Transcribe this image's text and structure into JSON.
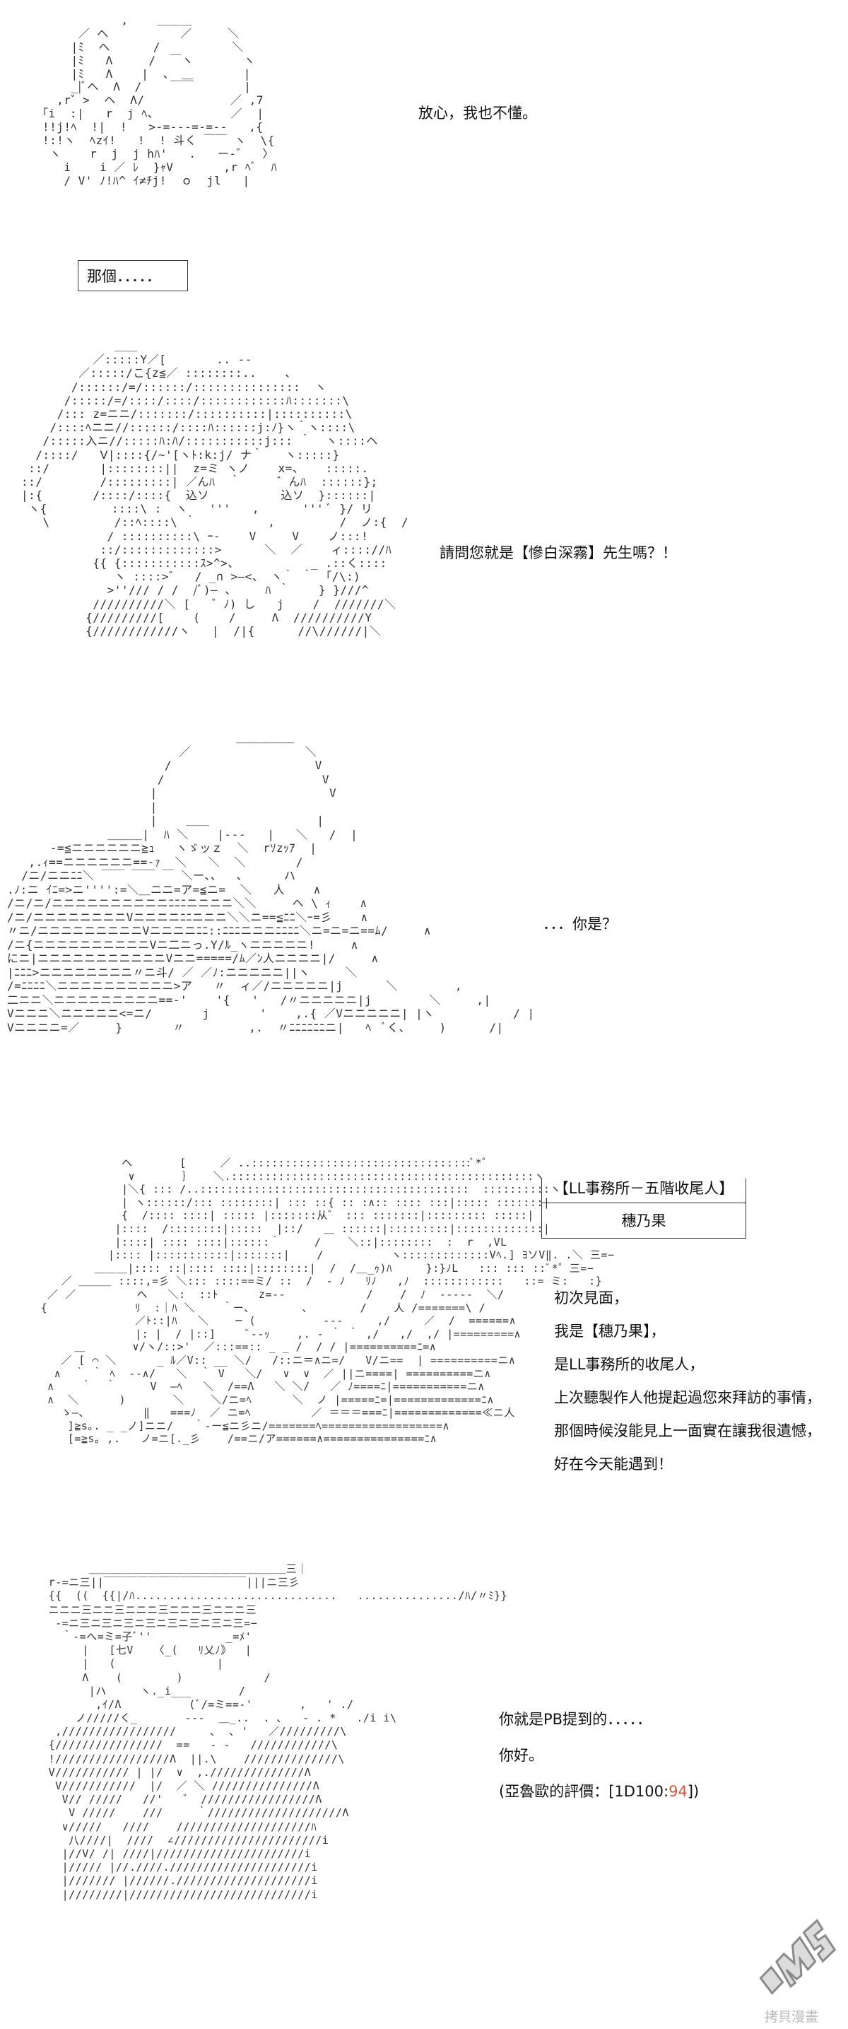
{
  "panel1": {
    "art": "           ,    ＿＿＿\n     ／ ヘ          ／     ＼\n    |ﾐ  ヘ      /          ＼\n    |ﾐ   Λ     /  ￣ヽ       ヽ\n    |ﾐ   Λ    |  、 ＿       |\n    _|ﾞヘ  Λ  /    ￣￣       |\n  ,r゛>  ヘ  Λ/            ／ ,7\n｢i  :|   r  j ﾍ、          ／  |\n!!j!ﾍ  !|  !   >-=-‐-=‐=-‐   ,{\n!:!ヽ  ﾍzｲ!   !  ! 斗く ￣￣ ヽ  \\{\n ヽ    r  j  j hﾊ'   .   ー-゛  〉\n   i    i ／ ﾚ  }ｬV       ,r ﾍﾞ  ﾊ\n   / V' ﾉ!ﾊ^ ｲ≠ﾁj!  ｏ  jl   |",
    "dialog": "放心，我也不懂。",
    "box": "那個．．．．．"
  },
  "panel2": {
    "art": "             ＿＿\n          ／:::::Y／[       .. --\n        ／:::::/こ{z≦／ ::::::::..    ､\n       /::::::/=/::::::/:::::::::::::::  ヽ\n      /:::::/=/::::/::::/::::::::::::ﾊ:::::::\\\n     /::: z=ニニ/:::::::/::::::::::|::::::::::\\\n    /::::ﾍニニ//::::::/::::ﾊ::::::j:ﾉ}ヽ｀ヽ::::\\\n   /:::::入ニ//:::::ﾊ:ﾊ/:::::::::::j::: ｀  ヽ::::ヘ\n  /::::/   Ⅴ|::::{/~'[ヽﾄ:k:j/ ナ｀   ヽ:::::}\n ::/       |::::::::||  z=ミ ヽノ    x=、   :::::.\n::/        /:::::::::| ／んﾊ  ｀     ゛んﾊ  ::::::};\n|:{       /::::/::::{  込ソ          込ソ  }::::::|\n ヽ{         ::::\\ :  ヽ   '''   ,      ''' ﾞ }/ リ\n   \\         /::ﾍ::::\\ ｀          ,         /  ノ:{  /\n            / ::::::::::\\ ｰ-    V     V    ノ:::!\n           ::/:::::::::::::>      ＼  ／    ィ:::://ﾊ\n          {{ {:::::::::::ｽ>^>、          _ .::く::::\n             ヽ ::::>゛  / _∩ >―<、 ヽ｀ ｀ 「/\\:)\n            >''/// / /  /ﾞ)― 、    ﾊ ｀    } }///^\n          //////////＼ [   ゛ﾉ) し   j    /  ///////＼\n         {/////////[    (    /     Λ  //////////Y\n         {////////////ヽ   |  /|{      //\\//////|＼",
    "dialog": "請問您就是【慘白深霧】先生嗎？！"
  },
  "panel3": {
    "art": "                                ＿＿＿＿＿\n                        ／                ＼\n                      /                    V\n                     /                      V\n                    |                        V\n                    |                        \n                    |    ＿＿               |\n              ＿＿＿|  ﾊ ＼    |‐--   |   ＼   /  |\n      -=≦ニニニニニニ≧ｭ   ヽゞッｚ  ＼  rｿzｯｱ  |\n   ,.ｨ==ニニニニニニ==-ｧ  ＼   ＼  ＼       /\n  /ニ/ニニﾆﾆ＼ ￣￣ ￣￣ ￣ ＼ー、、  、     ハ\n.ﾉ:ニ ｲﾆ=>ニ'''':=＼＿ニニ=ア=≦ニ=  ＼   人    ∧\n/ニ/ニ/ニニニニニニニニニニﾆﾆﾆニニニニ＼＼     ヘ \\ ｨ    ∧\n/ニ/ニニニニニニニニVニニニニﾆﾆニニニ＼＼ニ==≦ﾆﾆ＼ｰ=彡    ∧\n〃ニ/ニニニニニニニニニVニニニニﾆﾆ::ﾆﾆﾆニニニﾆﾆﾆﾆ＼ニ=ニ=ニ==ﾑ/     ∧\n/ニ{ニニニニニニニニニニVニ二ニっ.Y/ﾙ_ヽニニニニニ!     ∧\nにニ|ニニニニニニニニニニニVニニ=====/ﾑ／ﾝ人ニニニニ|/     ∧\n|ﾆﾆﾆ>ニニニニニニニニ〃ニ斗/ ／ ／ﾉ:ニニニニニ||ヽ     ＼\n/=ﾆﾆﾆﾆ＼ニニニニニニニニニニ>ア   〃  ィ／/ニニニニニ|j      ＼        ,\n二ニニ＼ニニニニニニニニニ==‐'    '{   '   /〃ニニニニニ|j        ＼     ,|\nVニニニ＼ニニニニニ<=ニ/       j       '    ,.{ ／Vニニニニニ| |ヽ           / |\nVニニニニ=／     }       〃         ,.  〃ﾆﾆﾆﾆﾆﾆニ|   ﾍ  ﾞく、    )      /|",
    "dialog": "．．．你是？"
  },
  "panel4": {
    "art": "                 ヘ       [     ／ ..:::::::::::::::::::::::::::::::::ﾞ*゜\n                  ∨       ｝   ＼.:::::::::::::::::::::::::::::::::::::::::::::ヽ \n                 |＼{ ::: /..::::::::::::::::::::::::::::::::::::::::  ::::::::::ヽ\n                 | ヽ::::::/::: ::::::::| ::: ::{ :: :∧:: :::: :::|::::: :::::::|\n                 {  /:::: ::::| ::::: |:::::::从゛ ::: :::::::|::::::::: :::::|\n                |::::  /::::::::|:::::  |::/   ＿ ::::::|:::::::::|:::::::::::::| \n                |::::| :::: ::::|::::::｀     /    ＼::|::::::::  :  r  ,VL\n               |:::: |:::::::::::|:::::::|    /          ヽ:::::::::::::Vﾍ.] ﾖソV‖. .＼ 三=−\n             ＿＿＿|:::: ::|:::: ::::|::::::::|  /  /＿_ｩ)ﾊ     }:}ﾉL   ::: ::: ::ﾞ*゜三=−\n        ／ ＿＿＿ ::::,=彡 ＼::: ::::==ミ/ ::  /  ‐ ﾉ   ﾘﾉ   ,ﾉ  ::::::::::::   ::= ミ:   :}\n      ／ ／         ヘ   ＼:  ::ﾄ      z=--            /    /  ﾉ  ‐‐‐‐‐  ＼/\n     {             ﾘ  :｜ﾊ ＼    ｀ー、       、       /    人 /=======\\ / \n                   ／ﾄ::|ﾊ   ＼    ─ (          ‐--     ,/     ／  /  ======∧\n                   |: |  / |::]     ﾞ‐-ｯ    ,. ‐ ｀ ｀ ,/   ,/  ,/ |=========∧\n          ＿       ∨/ヽ/::>'  ／:::==:: _ _ /  / / |==========ﾆ=∧\n        ／ [ ⌒ ＼      _ ﾙ／V:: __ ＼/   /::ニ＝∧ニ=/   V/ニ==  | ==========ニ∧\n       ∧  ｀ ｀ ﾍ  ‐-∧/   ＼  ｀ V   ＼/   ∨  ∨  ／ ||ニ====| ==========ニ∧\n      ∧    ｀  ｀     V  ―ﾍ   ＼  /==Λ   ＼ ＼/   ／ ﾉ====ﾆ|===========ニ∧\n      ∧  ＼      )       ＼    ＼/ニ=ﾍ      ＼  ノ |=====ﾆ=|=============ﾆ∧\n        ゝ―、        ‖   ===ﾉ  ／ ニ=ﾍ         ／ ＝＝＝===ﾆ|=============≪ニ人\n         ]≧s｡. _ _ノ]ニニ/   ｀‐ー≦ニ彡ニ/=======ﾍ==================∧\n         [=≧s｡ ,.   ノ=ニ[._彡    /==ニ/ア======∧===============ﾆ∧",
    "name_title": "【LL事務所－五階收尾人】",
    "name": "穗乃果",
    "dialog": [
      "初次見面，",
      "我是【穗乃果】，",
      "是LL事務所的收尾人，",
      "上次聽製作人他提起過您來拜訪的事情，",
      "那個時候沒能見上一面實在讓我很遺憾，",
      "好在今天能遇到！"
    ]
  },
  "panel5": {
    "art": "         ＿＿＿＿＿＿＿＿＿＿＿＿＿＿＿＿＿＿三｜\n   r‐=ニ三||￣￣￣￣￣￣￣￣￣￣￣￣￣|||ニ三彡\n   {{  ((  {{|/ﾊ..............................   .............../ﾊ/〃ﾐ}}\n   ニニニ三ニニ三ニニニ三ニニニ三ニニニ三\n    ‐=ニ三ニ三ニ三ニ三ニ三ニ三ニ三ニ三=−\n     ｀‐=へ=ミ=子ﾞ''           _=ﾒ'\n        |   [七V   〈_(   ﾘ乂ﾉ》  |\n        |   (               |\n        Λ    (        )            /\n         |ハ     ヽ._i___       /\n          ,ｲ/Λ          (ﾞ/=ミ==‐'       ,   ' ./\n       ノ/////く_       ‐‐‐  ＿_..  . ､   ‐ . *   ./i i\\\n    ,/////////////////     ､  ､ '   ／/////////\\\n   {////////////////  ==   ‐ ‐   ////////////\\\n   !/////////////////Λ  ||.\\    //////////////\\\n   V/////////// | |/  ∨  ,.//////////////Λ\n    V///////////  |/  ／ ＼ ///////////////Λ\n     V// /////   //'   ゛ /////////////////Λ\n      V /////    ///     ｀////////////////////Λ\n     ∨/////   ////    ////////////////////ﾊ\n      八////|  ////  ∠//////////////////////i\n     |//V/ /| ////|//////////////////////i\n     |///// |//.////./////////////////////i\n     |/////// |//////.////////////////////i\n     |////////|///////////////////////////i",
    "dialog": [
      "你就是PB提到的．．．．．",
      "你好。"
    ],
    "eval_prefix": "(亞魯歐的評價：[1D100:",
    "eval_value": "94",
    "eval_suffix": "])"
  },
  "watermark": {
    "text": "拷貝漫畫",
    "colors": {
      "fill": "#dcdcdc",
      "ink": "#8a8a8a"
    }
  },
  "colors": {
    "dice_value": "#e0553a",
    "art_ink": "#333333",
    "text": "#111111"
  }
}
